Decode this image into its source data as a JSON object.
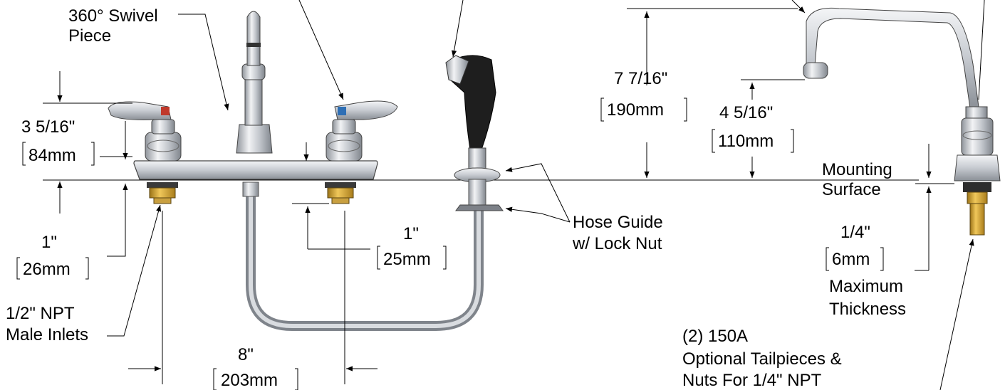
{
  "labels": {
    "swivel": [
      "360° Swivel",
      "Piece"
    ],
    "dim_left_handle": [
      "3 5/16\"",
      "84mm"
    ],
    "dim_left_bottom": [
      "1\"",
      "26mm"
    ],
    "inlets": [
      "1/2\" NPT",
      "Male Inlets"
    ],
    "dim_center": [
      "8\"",
      "203mm"
    ],
    "dim_mid": [
      "1\"",
      "25mm"
    ],
    "hose_guide": [
      "Hose Guide",
      "w/ Lock Nut"
    ],
    "dim_spout_height": [
      "7 7/16\"",
      "190mm"
    ],
    "dim_spout_outlet": [
      "4 5/16\"",
      "110mm"
    ],
    "mounting": [
      "Mounting",
      "Surface"
    ],
    "thickness": [
      "1/4\"",
      "6mm",
      "Maximum",
      "Thickness"
    ],
    "tailpieces": [
      "(2) 150A",
      "Optional Tailpieces &",
      "Nuts For 1/4\" NPT"
    ]
  },
  "colors": {
    "chrome": "#c9ccd2",
    "chrome_dark": "#8c9097",
    "brass": "#d4a437",
    "hot_red": "#c0392b",
    "cold_blue": "#2e6fb5",
    "spray_black": "#1e1e1e"
  }
}
